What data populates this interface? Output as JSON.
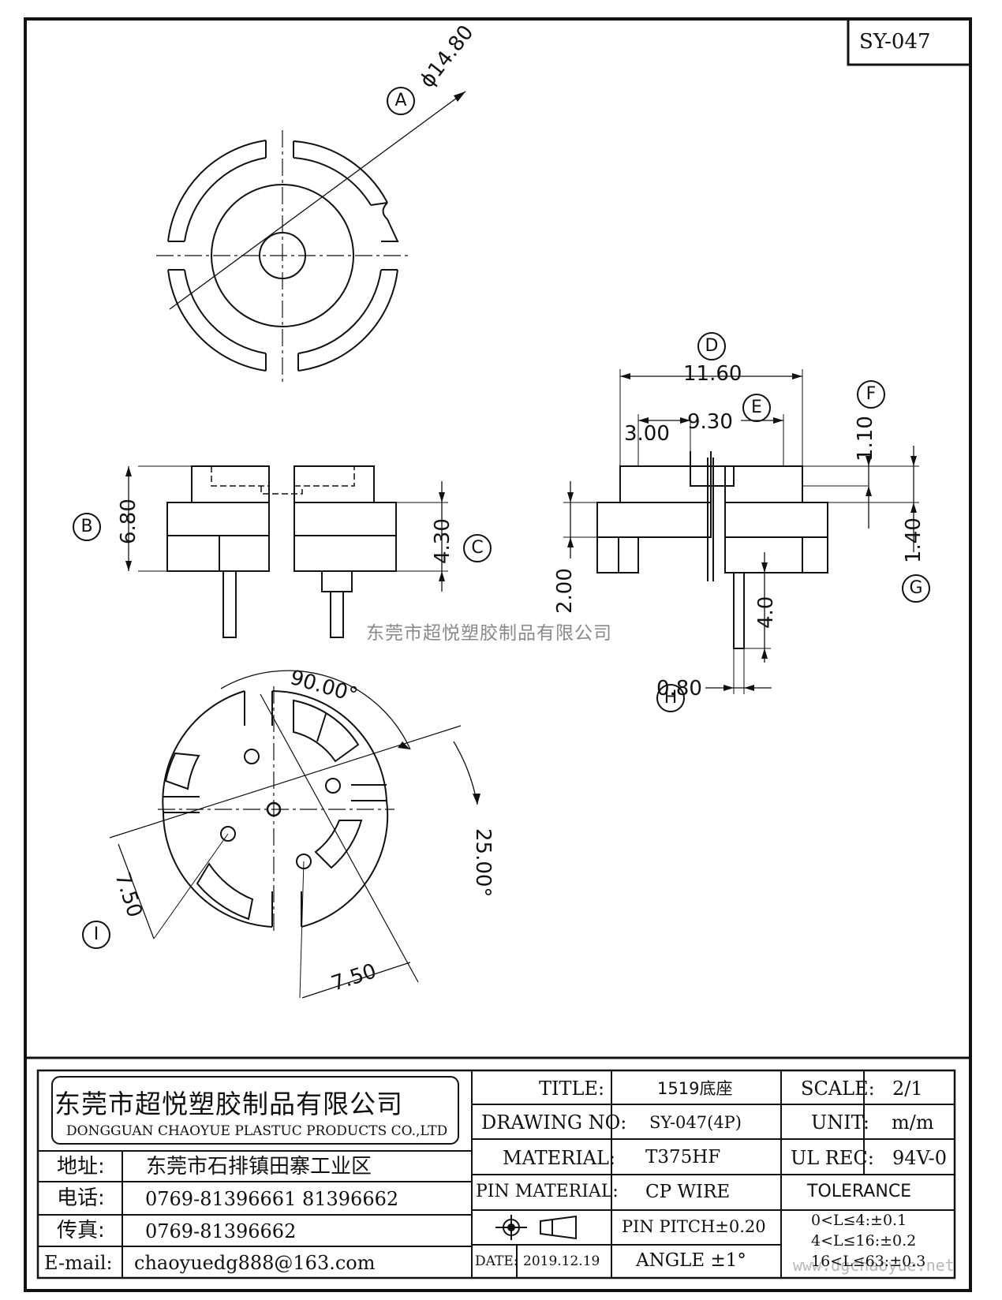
{
  "drawing_code": "SY-047",
  "callouts": {
    "a": "A",
    "b": "B",
    "c": "C",
    "d": "D",
    "e": "E",
    "f": "F",
    "g": "G",
    "h": "H",
    "i": "I"
  },
  "dimensions": {
    "diameter": "ϕ14.80",
    "height_b": "6.80",
    "height_c": "4.30",
    "width_d": "11.60",
    "width_e": "9.30",
    "inner_3": "3.00",
    "gap_f": "1.10",
    "gap_g": "1.40",
    "height_2": "2.00",
    "pin_len": "4.0",
    "pin_dia": "0.80",
    "angle_90": "90.00°",
    "angle_25": "25.00°",
    "pitch_a": "7.50",
    "pitch_b": "7.50"
  },
  "watermark": "东莞市超悦塑胶制品有限公司",
  "watermark2": "www.dgchaoyue.net",
  "company": {
    "name_cn": "东莞市超悦塑胶制品有限公司",
    "name_en": "DONGGUAN CHAOYUE PLASTUC PRODUCTS CO.,LTD"
  },
  "contact": [
    {
      "label": "地址:",
      "value": "东莞市石排镇田寨工业区"
    },
    {
      "label": "电话:",
      "value": "0769-81396661   81396662"
    },
    {
      "label": "传真:",
      "value": "0769-81396662"
    },
    {
      "label": "E-mail:",
      "value": "chaoyuedg888@163.com"
    }
  ],
  "title_block": {
    "title_label": "TITLE:",
    "title_value": "1519底座",
    "drawing_no_label": "DRAWING NO:",
    "drawing_no_value": "SY-047(4P)",
    "material_label": "MATERIAL:",
    "material_value": "T375HF",
    "pin_material_label": "PIN MATERIAL:",
    "pin_material_value": "CP WIRE",
    "pin_pitch": "PIN PITCH±0.20",
    "date_label": "DATE:",
    "date_value": "2019.12.19",
    "angle": "ANGLE  ±1°",
    "scale_label": "SCALE:",
    "scale_value": "2/1",
    "unit_label": "UNIT:",
    "unit_value": "m/m",
    "ul_label": "UL REC:",
    "ul_value": "94V-0",
    "tolerance_label": "TOLERANCE",
    "tolerances": [
      "0<L≤4:±0.1",
      "4<L≤16:±0.2",
      "16<L≤63:±0.3"
    ]
  }
}
